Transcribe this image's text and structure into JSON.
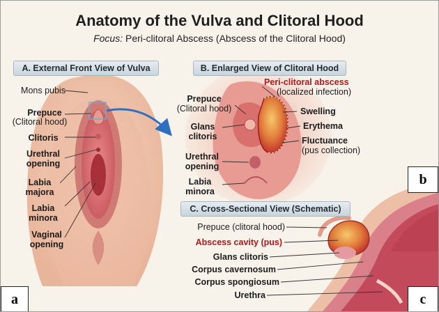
{
  "title": "Anatomy of the Vulva and Clitoral Hood",
  "subtitle_prefix": "Focus:",
  "subtitle_rest": "Peri-clitoral Abscess (Abscess of the Clitoral Hood)",
  "panel_a": {
    "heading": "A. External Front View of Vulva",
    "labels": {
      "mons": "Mons pubis",
      "prepuce": "Prepuce",
      "prepuce_sub": "(Clitoral hood)",
      "clitoris": "Clitoris",
      "urethral1": "Urethral",
      "urethral2": "opening",
      "majora1": "Labia",
      "majora2": "majora",
      "minora1": "Labia",
      "minora2": "minora",
      "vaginal1": "Vaginal",
      "vaginal2": "opening"
    }
  },
  "panel_b": {
    "heading": "B. Enlarged View of Clitoral Hood",
    "labels": {
      "abscess": "Peri-clitoral abscess",
      "abscess_sub": "(localized infection)",
      "prepuce": "Prepuce",
      "prepuce_sub": "(Clitoral hood)",
      "glans1": "Glans",
      "glans2": "clitoris",
      "swelling": "Swelling",
      "erythema": "Erythema",
      "fluct": "Fluctuance",
      "fluct_sub": "(pus collection)",
      "urethral1": "Urethral",
      "urethral2": "opening",
      "minora1": "Labia",
      "minora2": "minora"
    }
  },
  "panel_c": {
    "heading": "C. Cross-Sectional View (Schematic)",
    "labels": {
      "prepuce": "Prepuce (clitoral hood)",
      "cavity": "Abscess cavity (pus)",
      "glans": "Glans clitoris",
      "cavernosum": "Corpus cavernosum",
      "spongiosum": "Corpus spongiosum",
      "urethra": "Urethra"
    }
  },
  "tags": {
    "a": "a",
    "b": "b",
    "c": "c"
  },
  "colors": {
    "accent_red": "#b01a1a",
    "skin": "#f1c9b2",
    "tissue": "#d2646e"
  }
}
